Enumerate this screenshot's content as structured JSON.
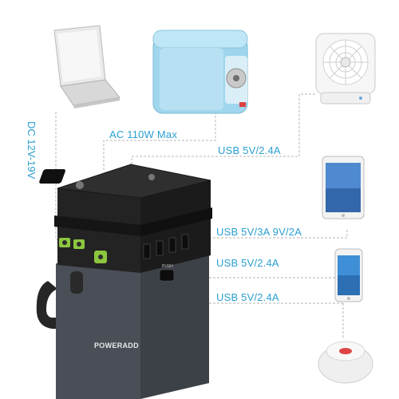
{
  "labels": {
    "dc_input": "DC 12V-19V",
    "ac_output": "AC 110W Max",
    "usb_fan": "USB 5V/2.4A",
    "usb_tablet": "USB 5V/3A 9V/2A",
    "usb_phone": "USB 5V/2.4A",
    "usb_speaker": "USB 5V/2.4A"
  },
  "device": {
    "brand": "POWERADD",
    "port_label": "PUSH"
  },
  "colors": {
    "label_blue": "#2a9fd0",
    "port_green": "#8cc63f",
    "body_dark": "#2b2b2b",
    "fridge_blue": "#9fd6ee"
  }
}
